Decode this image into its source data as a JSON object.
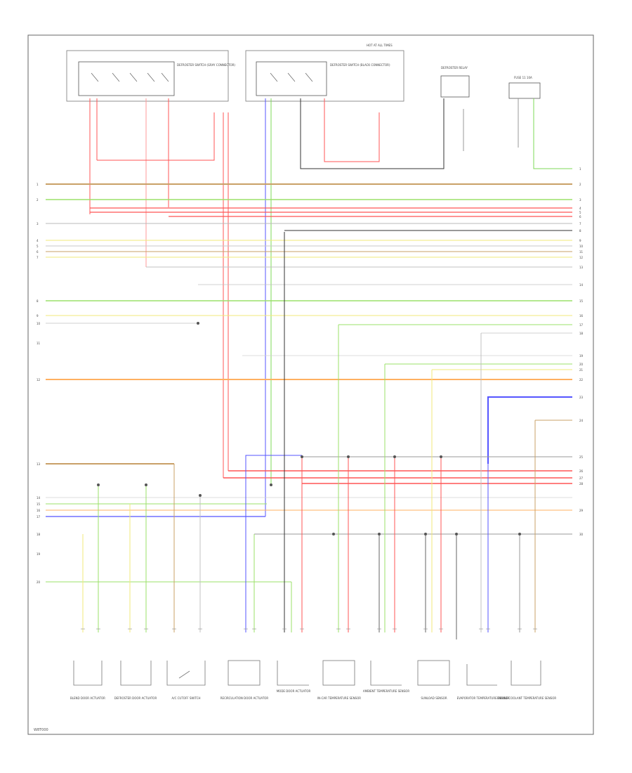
{
  "footer_code": "W8T000",
  "wire_colors": {
    "brown_green": "#c9a067",
    "red": "#ff5555",
    "green": "#9be06a",
    "gray": "#b8b8b8",
    "yellow": "#f2ea7a",
    "orange": "#ffb060",
    "blue": "#5555ff",
    "black": "#333333"
  },
  "row_labels_left": [
    "1",
    "2",
    "3",
    "4",
    "5",
    "6",
    "7",
    "8",
    "9",
    "10",
    "11",
    "12",
    "13",
    "14",
    "15",
    "16",
    "17",
    "18",
    "19",
    "20"
  ],
  "row_labels_right": [
    "1",
    "2",
    "3",
    "4",
    "5",
    "6",
    "7",
    "8",
    "9",
    "10",
    "11",
    "12",
    "13",
    "14",
    "15",
    "16",
    "17",
    "18",
    "19",
    "20",
    "21",
    "22",
    "23",
    "24",
    "25",
    "26",
    "27",
    "28",
    "29",
    "30"
  ],
  "top_components": {
    "switch_left": "DEFROSTER SWITCH (GRAY CONNECTOR)",
    "switch_mid": "DEFROSTER SWITCH (BLACK CONNECTOR)",
    "mid_note": "HOT AT ALL TIMES",
    "relay_right": "DEFROSTER RELAY",
    "fuse_right": "FUSE 11 10A"
  },
  "bottom_components": [
    "BLEND DOOR ACTUATOR",
    "DEFROSTER DOOR ACTUATOR",
    "A/C CUTOFF SWITCH",
    "RECIRCULATION DOOR ACTUATOR",
    "MODE DOOR ACTUATOR",
    "IN-CAR TEMPERATURE SENSOR",
    "AMBIENT TEMPERATURE SENSOR",
    "SUNLOAD SENSOR",
    "EVAPORATOR TEMPERATURE SENSOR",
    "ENGINE COOLANT TEMPERATURE SENSOR"
  ]
}
